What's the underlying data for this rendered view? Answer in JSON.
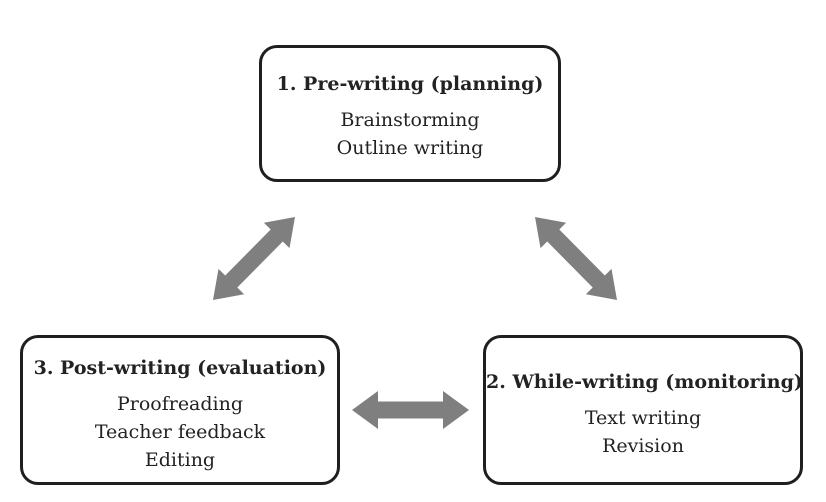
{
  "diagram": {
    "stages": [
      {
        "title": "1. Pre-writing (planning)",
        "items": [
          "Brainstorming",
          "Outline writing"
        ]
      },
      {
        "title": "2. While-writing (monitoring)",
        "items": [
          "Text writing",
          "Revision"
        ]
      },
      {
        "title": "3. Post-writing (evaluation)",
        "items": [
          "Proofreading",
          "Teacher feedback",
          "Editing"
        ]
      }
    ],
    "connections": [
      {
        "from": "1. Pre-writing (planning)",
        "to": "3. Post-writing (evaluation)",
        "type": "bidirectional"
      },
      {
        "from": "1. Pre-writing (planning)",
        "to": "2. While-writing (monitoring)",
        "type": "bidirectional"
      },
      {
        "from": "3. Post-writing (evaluation)",
        "to": "2. While-writing (monitoring)",
        "type": "bidirectional"
      }
    ],
    "colors": {
      "arrow": "#7f7f7f",
      "box_border": "#1f1f1f",
      "text": "#222222"
    }
  }
}
